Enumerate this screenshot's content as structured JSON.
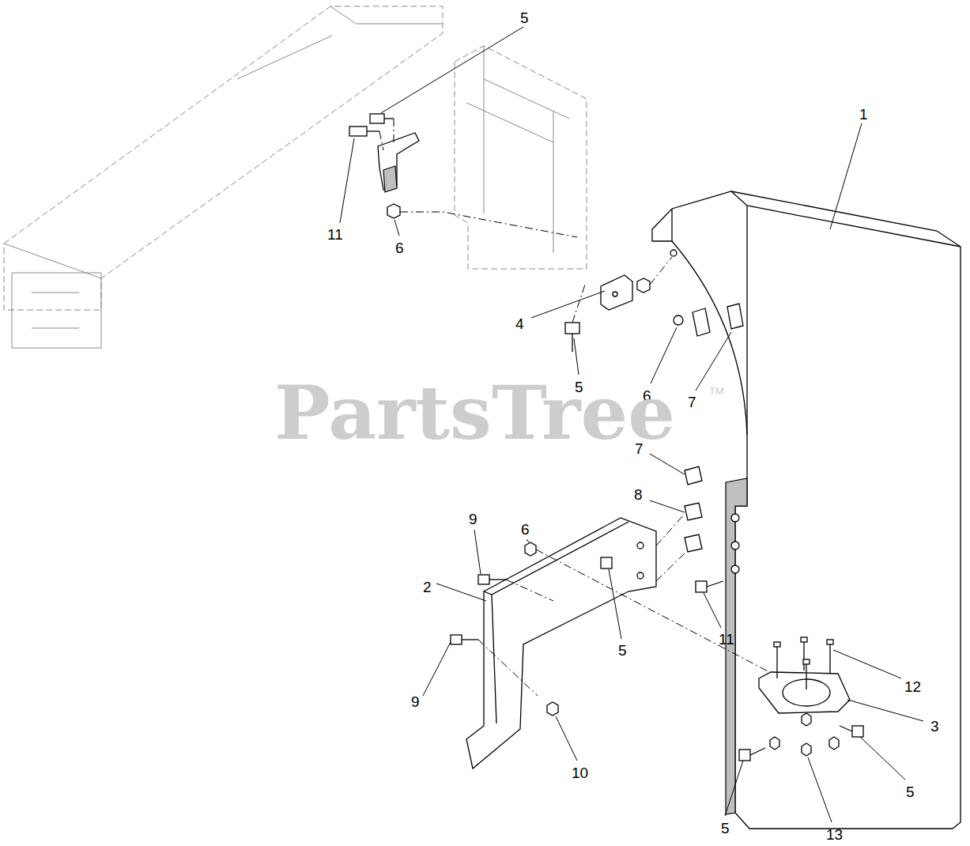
{
  "diagram": {
    "labels": [
      "5",
      "1",
      "11",
      "6",
      "4",
      "5",
      "6",
      "7",
      "PartsTree",
      "TM",
      "7",
      "9",
      "6",
      "8",
      "2",
      "5",
      "11",
      "12",
      "3",
      "9",
      "10",
      "5",
      "5",
      "13"
    ]
  }
}
